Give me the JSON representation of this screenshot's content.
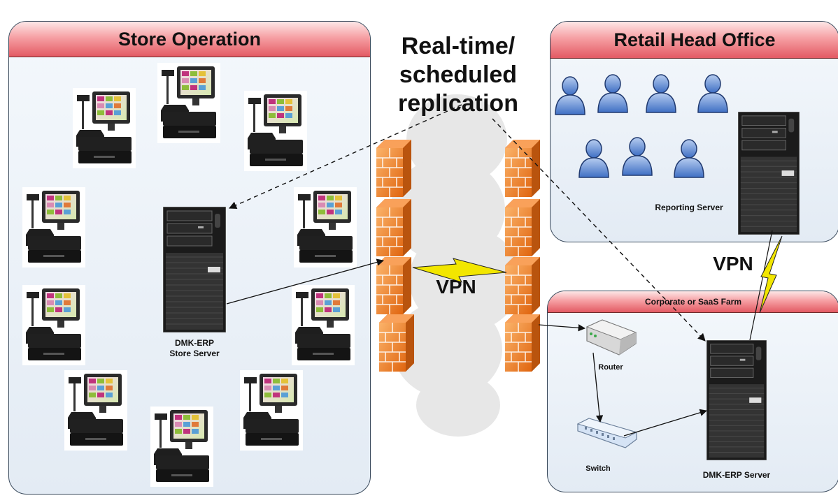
{
  "diagram": {
    "store_panel": {
      "title": "Store Operation",
      "server_label_line1": "DMK-ERP",
      "server_label_line2": "Store Server"
    },
    "head_office_panel": {
      "title": "Retail Head Office",
      "reporting_server_label": "Reporting Server"
    },
    "corporate_panel": {
      "title": "Corporate or SaaS Farm",
      "router_label": "Router",
      "switch_label": "Switch",
      "server_label": "DMK-ERP Server"
    },
    "replication_label_line1": "Real-time/",
    "replication_label_line2": "scheduled",
    "replication_label_line3": "replication",
    "vpn_center_label": "VPN",
    "vpn_right_label": "VPN"
  },
  "icons": {
    "pos_terminal": "pos-terminal-icon",
    "server_tower": "server-tower-icon",
    "firewall": "firewall-icon",
    "user": "user-icon",
    "router": "router-icon",
    "switch": "switch-icon",
    "cloud": "cloud-icon",
    "lightning": "vpn-lightning-icon"
  },
  "colors": {
    "header_red": "#e35a63",
    "panel_fill": "#e8eff7",
    "firewall_orange": "#f07a1c",
    "user_blue": "#6c93d6",
    "lightning_yellow": "#f2e600",
    "server_black": "#1a1a1a"
  }
}
